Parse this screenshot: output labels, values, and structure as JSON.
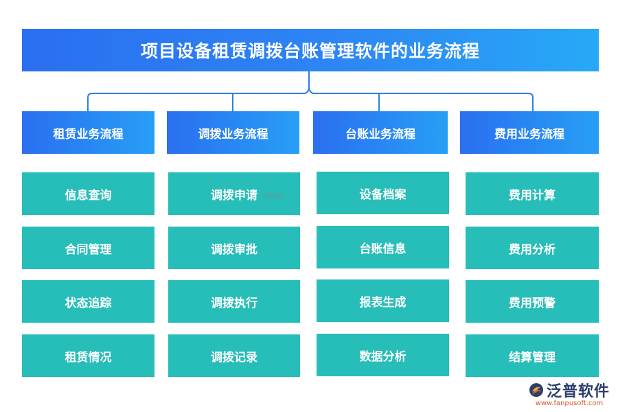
{
  "title": "项目设备租赁调拨台账管理软件的业务流程",
  "columns": [
    {
      "header": "租赁业务流程",
      "items": [
        "信息查询",
        "合同管理",
        "状态追踪",
        "租赁情况"
      ]
    },
    {
      "header": "调拨业务流程",
      "items": [
        "调拨申请",
        "调拨审批",
        "调拨执行",
        "调拨记录"
      ]
    },
    {
      "header": "台账业务流程",
      "items": [
        "设备档案",
        "台账信息",
        "报表生成",
        "数据分析"
      ]
    },
    {
      "header": "费用业务流程",
      "items": [
        "费用计算",
        "费用分析",
        "费用预警",
        "结算管理"
      ]
    }
  ],
  "watermark": "泛普软件",
  "logo": {
    "name": "泛普软件",
    "url": "www.fanpusoft.com"
  },
  "colors": {
    "title_blue": "#2a6ff0",
    "light_blue": "#27a9f6",
    "teal": "#27bdb8",
    "connector": "#2d7fe0"
  }
}
